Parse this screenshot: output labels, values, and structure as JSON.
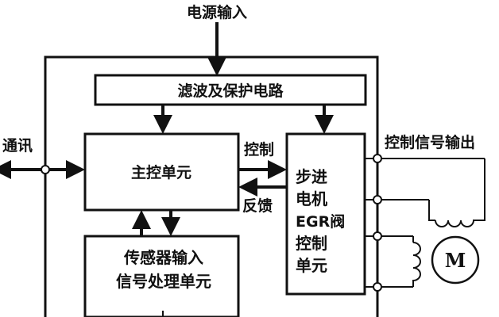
{
  "labels": {
    "power_input": "电源输入",
    "filter_protect": "滤波及保护电路",
    "comm": "通讯",
    "main_ctrl": "主控单元",
    "control": "控制",
    "feedback": "反馈",
    "stepper_lines": [
      "步进",
      "电机",
      "EGR阀",
      "控制",
      "单元"
    ],
    "sensor_lines": [
      "传感器输入",
      "信号处理单元"
    ],
    "ctrl_signal_out": "控制信号输出",
    "motor": "M"
  }
}
